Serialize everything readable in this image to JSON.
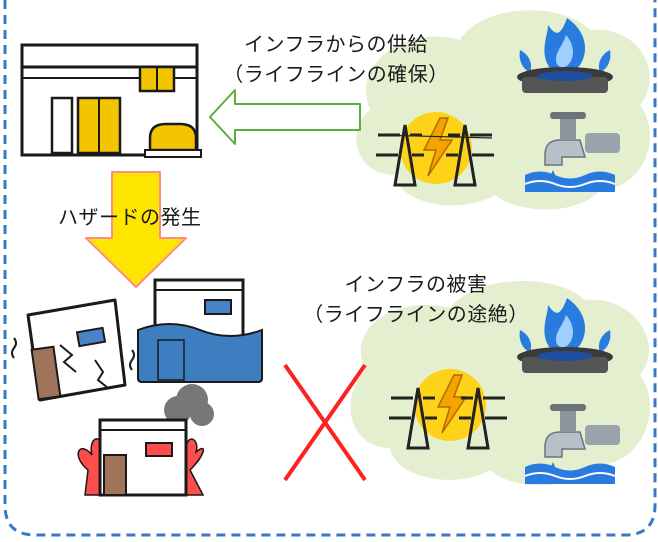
{
  "top": {
    "supply_label_line1": "インフラからの供給",
    "supply_label_line2": "（ライフラインの確保）"
  },
  "middle": {
    "hazard_label": "ハザードの発生"
  },
  "bottom": {
    "damage_label_line1": "インフラの被害",
    "damage_label_line2": "（ライフラインの途絶）"
  },
  "colors": {
    "frame_border": "#3b78c4",
    "cloud_fill": "#e3efcf",
    "green_arrow_stroke": "#5fad3c",
    "yellow_arrow_fill": "#ffe600",
    "yellow_arrow_stroke": "#ff8a8a",
    "cross_red": "#ff2020",
    "flood_blue": "#3d7ec1",
    "fire_red": "#ff4d4d",
    "smoke_gray": "#777777"
  },
  "icons": [
    "building-icon",
    "gas-flame-icon",
    "power-tower-icon",
    "water-tap-icon",
    "damaged-building-icon",
    "flooded-building-icon",
    "burning-building-icon"
  ]
}
